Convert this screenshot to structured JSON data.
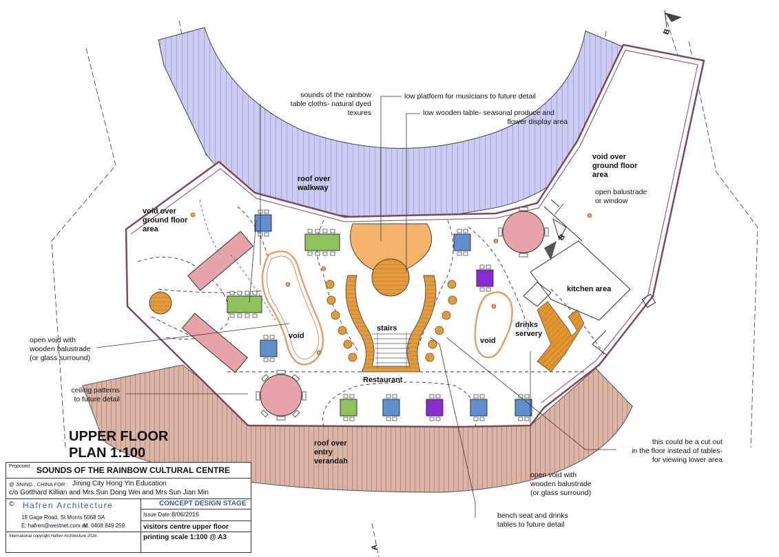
{
  "title": {
    "line1": "UPPER FLOOR",
    "line2": "PLAN 1:100"
  },
  "section_markers": {
    "b_top": "B",
    "b_mid": "B",
    "a_bottom": "A"
  },
  "labels": {
    "rainbow_1": "sounds of the rainbow",
    "rainbow_2": "table cloths- natural dyed",
    "rainbow_3": "texures",
    "platform": "low platform for musicians to future detail",
    "low_table_1": "low wooden table- seasonal produce and",
    "low_table_2": "flower display area",
    "void_right_1": "void over",
    "void_right_2": "ground floor",
    "void_right_3": "area",
    "balustrade_1": "open balustrade",
    "balustrade_2": "or window",
    "roof_walkway_1": "roof over",
    "roof_walkway_2": "walkway",
    "void_left_1": "void over",
    "void_left_2": "ground floor",
    "void_left_3": "area",
    "kitchen": "kitchen area",
    "drinks_1": "drinks",
    "drinks_2": "servery",
    "stairs": "stairs",
    "void_a": "void",
    "void_b": "void",
    "restaurant": "Restaurant",
    "openvoid_left_1": "open void with",
    "openvoid_left_2": "wooden balustrade",
    "openvoid_left_3": "(or glass surround)",
    "ceiling_1": "ceiling patterns",
    "ceiling_2": "to future detail",
    "cutout_1": "this could be a cut out",
    "cutout_2": "in the floor instead of tables-",
    "cutout_3": "for viewing lower area",
    "roof_verandah_1": "roof over",
    "roof_verandah_2": "entry",
    "roof_verandah_3": "verandah",
    "openvoid_right_1": "open void with",
    "openvoid_right_2": "wooden balustrade",
    "openvoid_right_3": "(or glass surround)",
    "bench_1": "bench seat and drinks",
    "bench_2": "tables to future detail"
  },
  "title_block": {
    "proposed": "Proposed",
    "project": "SOUNDS OF THE RAINBOW CULTURAL CENTRE",
    "location_prefix": "@ JINING , CHINA FOR :",
    "client_1": "Jining City Hong Yin Education",
    "client_2": "c/o Gotthard Killian and Mrs Sun Dong Wei and Mrs Sun Jian Min",
    "copyright_symbol": "©",
    "firm": "Hafren Architecture",
    "address": "18 Gage Road, St Morris 5068 SA",
    "email": "E: hafren@westnet.com.au",
    "mobile": "M. 0408 849 259",
    "stage": "CONCEPT DESIGN STAGE",
    "issue_date_label": "Issue Date:",
    "issue_date": "8/06/2016",
    "sheet_title": "visitors centre upper floor",
    "printing_scale": "printing scale 1:100 @ A3",
    "international_copyright": "International copyright Hafren Architecture 2016"
  },
  "colors": {
    "roof_blue": "#c9c9f3",
    "verandah": "#d9b2a4",
    "orange_platform": "#f5b26b",
    "timber": "#e39a3c",
    "table_pink": "#e6a3a8",
    "table_green": "#8dc35a",
    "table_blue": "#5f8fcc",
    "table_purple": "#8a2ad0",
    "wall": "#7a4a5a",
    "balustrade": "#e2a06a"
  }
}
